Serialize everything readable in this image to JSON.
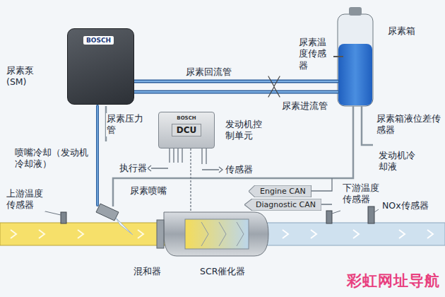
{
  "diagram": {
    "nodes": [
      {
        "text": [
          "BOSCH"
        ]
      },
      {
        "text": [
          "BOSCH",
          "DCU"
        ]
      },
      {
        "text": [
          "Engine CAN"
        ]
      },
      {
        "text": [
          "Diagnostic CAN"
        ]
      }
    ],
    "labels": [
      "尿素泵 (SM)",
      "尿素回流管",
      "尿素温度传感器",
      "尿素箱",
      "尿素进流管",
      "尿素箱液位差传感器",
      "发动机控制单元",
      "尿素压力管",
      "喷嘴冷却（发动机冷却液）",
      "执行器",
      "传感器",
      "发动机冷却液",
      "尿素喷嘴",
      "上游温度传感器",
      "下游温度传感器",
      "NOx传感器",
      "混和器",
      "SCR催化器",
      "彩虹网址导航"
    ]
  }
}
